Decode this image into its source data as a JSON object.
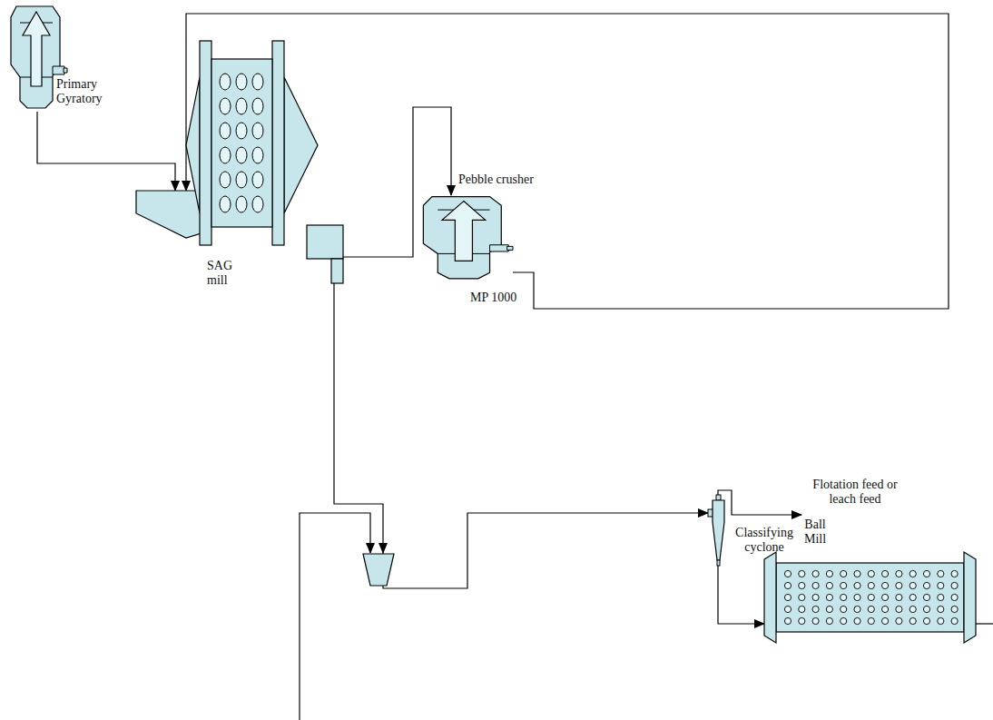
{
  "diagram": {
    "nodes": [
      {
        "text": [
          "Primary Gyratory"
        ]
      },
      {
        "text": [
          "SAG mill"
        ]
      },
      {
        "text": [
          "Pebble crusher",
          "MP 1000"
        ]
      },
      {
        "text": [
          "Classifying cyclone"
        ]
      },
      {
        "text": [
          "Ball Mill"
        ]
      }
    ],
    "edges": [
      {
        "from": 0,
        "to": 1,
        "arrow": "to"
      },
      {
        "from": 1,
        "to": 2,
        "arrow": "to"
      },
      {
        "from": 2,
        "to": 1,
        "arrow": "to"
      },
      {
        "from": 1,
        "to": 3,
        "arrow": "to"
      },
      {
        "from": 3,
        "to": 4,
        "arrow": "to"
      }
    ],
    "labels": [
      "Flotation feed or leach feed"
    ]
  }
}
